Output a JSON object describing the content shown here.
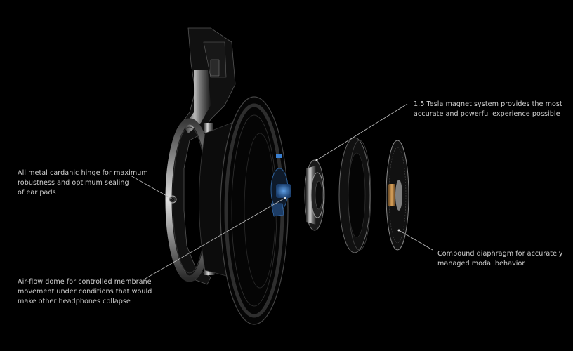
{
  "scene": {
    "subject": "exploded view of headphone ear cup",
    "background_color": "#000000",
    "accent_color": "#2a6bb5"
  },
  "annotations": {
    "magnet": {
      "lines": [
        "1.5 Tesla magnet system provides the most",
        "accurate and powerful experience possible"
      ]
    },
    "hinge": {
      "lines": [
        "All metal cardanic hinge for maximum",
        "robustness and optimum sealing",
        "of ear pads"
      ]
    },
    "dome": {
      "lines": [
        "Air-flow dome for controlled membrane",
        "movement under conditions that would",
        "make other headphones collapse"
      ]
    },
    "diaphragm": {
      "lines": [
        "Compound diaphragm for accurately",
        "managed modal behavior"
      ]
    }
  }
}
